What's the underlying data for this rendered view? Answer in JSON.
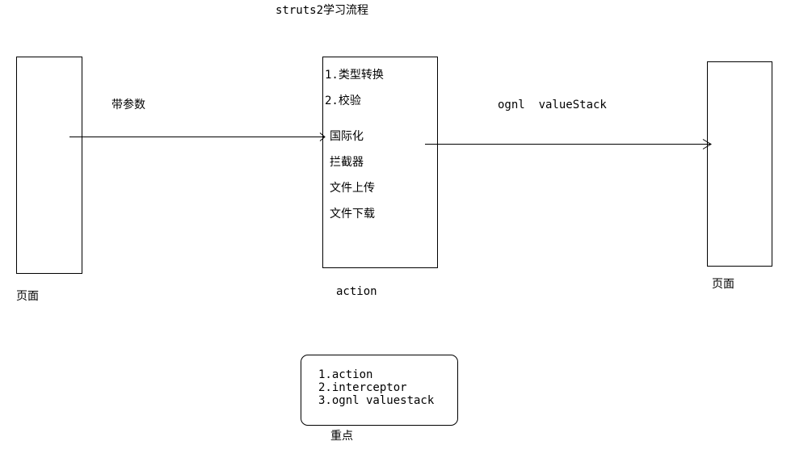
{
  "title": "struts2学习流程",
  "left_page": {
    "label": "页面"
  },
  "right_page": {
    "label": "页面"
  },
  "arrow_left_label": "带参数",
  "arrow_right_label": "ognl  valueStack",
  "action_box": {
    "label": "action",
    "items": [
      "1.类型转换",
      "2.校验",
      "国际化",
      "拦截器",
      "文件上传",
      "文件下载"
    ]
  },
  "key_points": {
    "label": "重点",
    "items": [
      "1.action",
      "2.interceptor",
      "3.ognl valuestack"
    ]
  }
}
